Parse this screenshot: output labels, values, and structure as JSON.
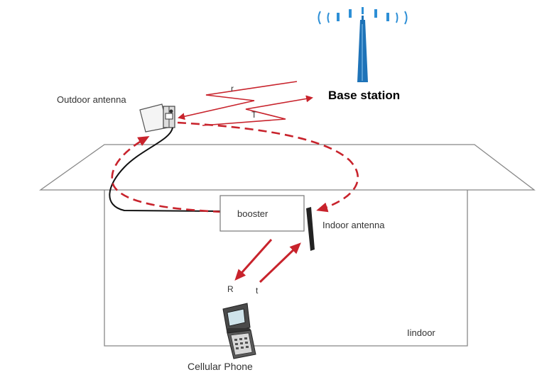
{
  "labels": {
    "base_station": "Base station",
    "outdoor_antenna": "Outdoor antenna",
    "booster": "booster",
    "indoor_antenna": "Indoor antenna",
    "cellular_phone": "Cellular Phone",
    "indoor": "Iindoor",
    "r_lower": "r",
    "t_upper": "T",
    "r_upper": "R",
    "t_lower": "t"
  },
  "colors": {
    "signal": "#c8232c",
    "tower": "#1e73b8",
    "outline": "#777777",
    "cable": "#111111"
  },
  "icons": [
    "tower-icon",
    "outdoor-antenna-icon",
    "indoor-antenna-icon",
    "cellular-phone-icon"
  ]
}
